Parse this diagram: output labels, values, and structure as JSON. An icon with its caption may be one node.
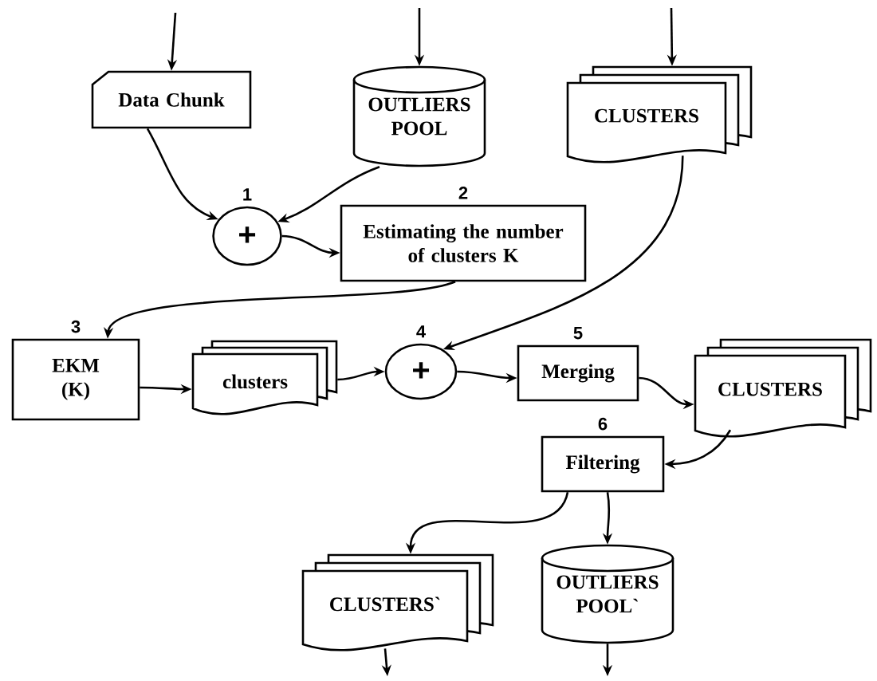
{
  "diagram": {
    "nodes": [
      {
        "text": [
          "Data Chunk"
        ]
      },
      {
        "text": [
          "OUTLIERS POOL"
        ]
      },
      {
        "text": [
          "CLUSTERS"
        ]
      },
      {
        "text": [
          "+"
        ],
        "beside": [
          "1"
        ]
      },
      {
        "text": [
          "Estimating the number of clusters K"
        ],
        "beside": [
          "2"
        ]
      },
      {
        "text": [
          "EKM (K)"
        ],
        "beside": [
          "3"
        ]
      },
      {
        "text": [
          "clusters"
        ]
      },
      {
        "text": [
          "+"
        ],
        "beside": [
          "4"
        ]
      },
      {
        "text": [
          "Merging"
        ],
        "beside": [
          "5"
        ]
      },
      {
        "text": [
          "CLUSTERS"
        ]
      },
      {
        "text": [
          "Filtering"
        ],
        "beside": [
          "6"
        ]
      },
      {
        "text": [
          "CLUSTERS`"
        ]
      },
      {
        "text": [
          "OUTLIERS POOL`"
        ]
      }
    ],
    "edges": [
      {
        "from": null,
        "to": 0,
        "arrow": "to"
      },
      {
        "from": null,
        "to": 1,
        "arrow": "to"
      },
      {
        "from": null,
        "to": 2,
        "arrow": "to"
      },
      {
        "from": 0,
        "to": 3,
        "arrow": "to"
      },
      {
        "from": 1,
        "to": 3,
        "arrow": "to"
      },
      {
        "from": 3,
        "to": 4,
        "arrow": "to"
      },
      {
        "from": 4,
        "to": 5,
        "arrow": "to"
      },
      {
        "from": 2,
        "to": 7,
        "arrow": "to"
      },
      {
        "from": 5,
        "to": 6,
        "arrow": "to"
      },
      {
        "from": 6,
        "to": 7,
        "arrow": "to"
      },
      {
        "from": 7,
        "to": 8,
        "arrow": "to"
      },
      {
        "from": 8,
        "to": 9,
        "arrow": "to"
      },
      {
        "from": 9,
        "to": 10,
        "arrow": "to"
      },
      {
        "from": 10,
        "to": 11,
        "arrow": "to"
      },
      {
        "from": 10,
        "to": 12,
        "arrow": "to"
      },
      {
        "from": 11,
        "to": null,
        "arrow": "to"
      },
      {
        "from": 12,
        "to": null,
        "arrow": "to"
      }
    ]
  }
}
